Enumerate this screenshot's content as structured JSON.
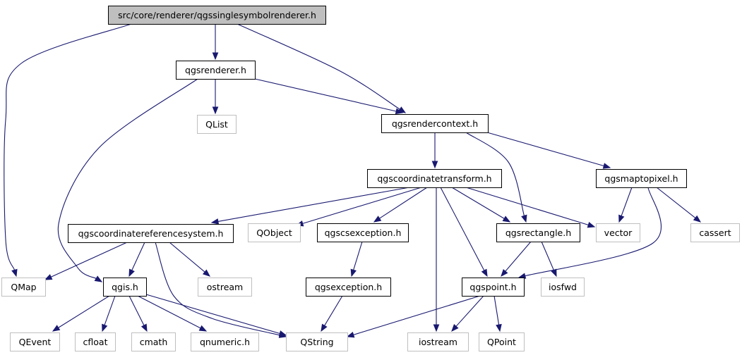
{
  "graph": {
    "edge_color": "#191970",
    "nodes": [
      {
        "id": "root",
        "label": "src/core/renderer/qgssinglesymbolrenderer.h",
        "kind": "root"
      },
      {
        "id": "qgsrenderer",
        "label": "qgsrenderer.h",
        "kind": "internal"
      },
      {
        "id": "qmap",
        "label": "QMap",
        "kind": "external"
      },
      {
        "id": "qlist",
        "label": "QList",
        "kind": "external"
      },
      {
        "id": "qgsrendercontext",
        "label": "qgsrendercontext.h",
        "kind": "internal"
      },
      {
        "id": "qgscoordinatetransform",
        "label": "qgscoordinatetransform.h",
        "kind": "internal"
      },
      {
        "id": "qgsmaptopixel",
        "label": "qgsmaptopixel.h",
        "kind": "internal"
      },
      {
        "id": "qgscrs",
        "label": "qgscoordinatereferencesystem.h",
        "kind": "internal"
      },
      {
        "id": "qobject",
        "label": "QObject",
        "kind": "external"
      },
      {
        "id": "qgscsexception",
        "label": "qgscsexception.h",
        "kind": "internal"
      },
      {
        "id": "qgsrectangle",
        "label": "qgsrectangle.h",
        "kind": "internal"
      },
      {
        "id": "vector",
        "label": "vector",
        "kind": "external"
      },
      {
        "id": "cassert",
        "label": "cassert",
        "kind": "external"
      },
      {
        "id": "qgis",
        "label": "qgis.h",
        "kind": "internal"
      },
      {
        "id": "ostream",
        "label": "ostream",
        "kind": "external"
      },
      {
        "id": "qgsexception",
        "label": "qgsexception.h",
        "kind": "internal"
      },
      {
        "id": "qgspoint",
        "label": "qgspoint.h",
        "kind": "internal"
      },
      {
        "id": "iosfwd",
        "label": "iosfwd",
        "kind": "external"
      },
      {
        "id": "qevent",
        "label": "QEvent",
        "kind": "external"
      },
      {
        "id": "cfloat",
        "label": "cfloat",
        "kind": "external"
      },
      {
        "id": "cmath",
        "label": "cmath",
        "kind": "external"
      },
      {
        "id": "qnumeric",
        "label": "qnumeric.h",
        "kind": "external"
      },
      {
        "id": "qstring",
        "label": "QString",
        "kind": "external"
      },
      {
        "id": "iostream",
        "label": "iostream",
        "kind": "external"
      },
      {
        "id": "qpoint",
        "label": "QPoint",
        "kind": "external"
      }
    ],
    "edges": [
      {
        "from": "root",
        "to": "qmap"
      },
      {
        "from": "root",
        "to": "qgsrenderer"
      },
      {
        "from": "root",
        "to": "qgsrendercontext"
      },
      {
        "from": "qgsrenderer",
        "to": "qlist"
      },
      {
        "from": "qgsrenderer",
        "to": "qgsrendercontext"
      },
      {
        "from": "qgsrenderer",
        "to": "qgis"
      },
      {
        "from": "qgsrendercontext",
        "to": "qgscoordinatetransform"
      },
      {
        "from": "qgsrendercontext",
        "to": "qgsrectangle"
      },
      {
        "from": "qgsrendercontext",
        "to": "qgsmaptopixel"
      },
      {
        "from": "qgscoordinatetransform",
        "to": "qgscrs"
      },
      {
        "from": "qgscoordinatetransform",
        "to": "qobject"
      },
      {
        "from": "qgscoordinatetransform",
        "to": "qgscsexception"
      },
      {
        "from": "qgscoordinatetransform",
        "to": "qgsrectangle"
      },
      {
        "from": "qgscoordinatetransform",
        "to": "vector"
      },
      {
        "from": "qgscoordinatetransform",
        "to": "iostream"
      },
      {
        "from": "qgscoordinatetransform",
        "to": "qgspoint"
      },
      {
        "from": "qgsmaptopixel",
        "to": "vector"
      },
      {
        "from": "qgsmaptopixel",
        "to": "cassert"
      },
      {
        "from": "qgsmaptopixel",
        "to": "qgspoint"
      },
      {
        "from": "qgscrs",
        "to": "qmap"
      },
      {
        "from": "qgscrs",
        "to": "qgis"
      },
      {
        "from": "qgscrs",
        "to": "ostream"
      },
      {
        "from": "qgscrs",
        "to": "qstring"
      },
      {
        "from": "qgscsexception",
        "to": "qgsexception"
      },
      {
        "from": "qgsrectangle",
        "to": "qgspoint"
      },
      {
        "from": "qgsrectangle",
        "to": "iosfwd"
      },
      {
        "from": "qgis",
        "to": "qevent"
      },
      {
        "from": "qgis",
        "to": "cfloat"
      },
      {
        "from": "qgis",
        "to": "cmath"
      },
      {
        "from": "qgis",
        "to": "qnumeric"
      },
      {
        "from": "qgis",
        "to": "qstring"
      },
      {
        "from": "qgsexception",
        "to": "qstring"
      },
      {
        "from": "qgspoint",
        "to": "qstring"
      },
      {
        "from": "qgspoint",
        "to": "iostream"
      },
      {
        "from": "qgspoint",
        "to": "qpoint"
      }
    ]
  }
}
